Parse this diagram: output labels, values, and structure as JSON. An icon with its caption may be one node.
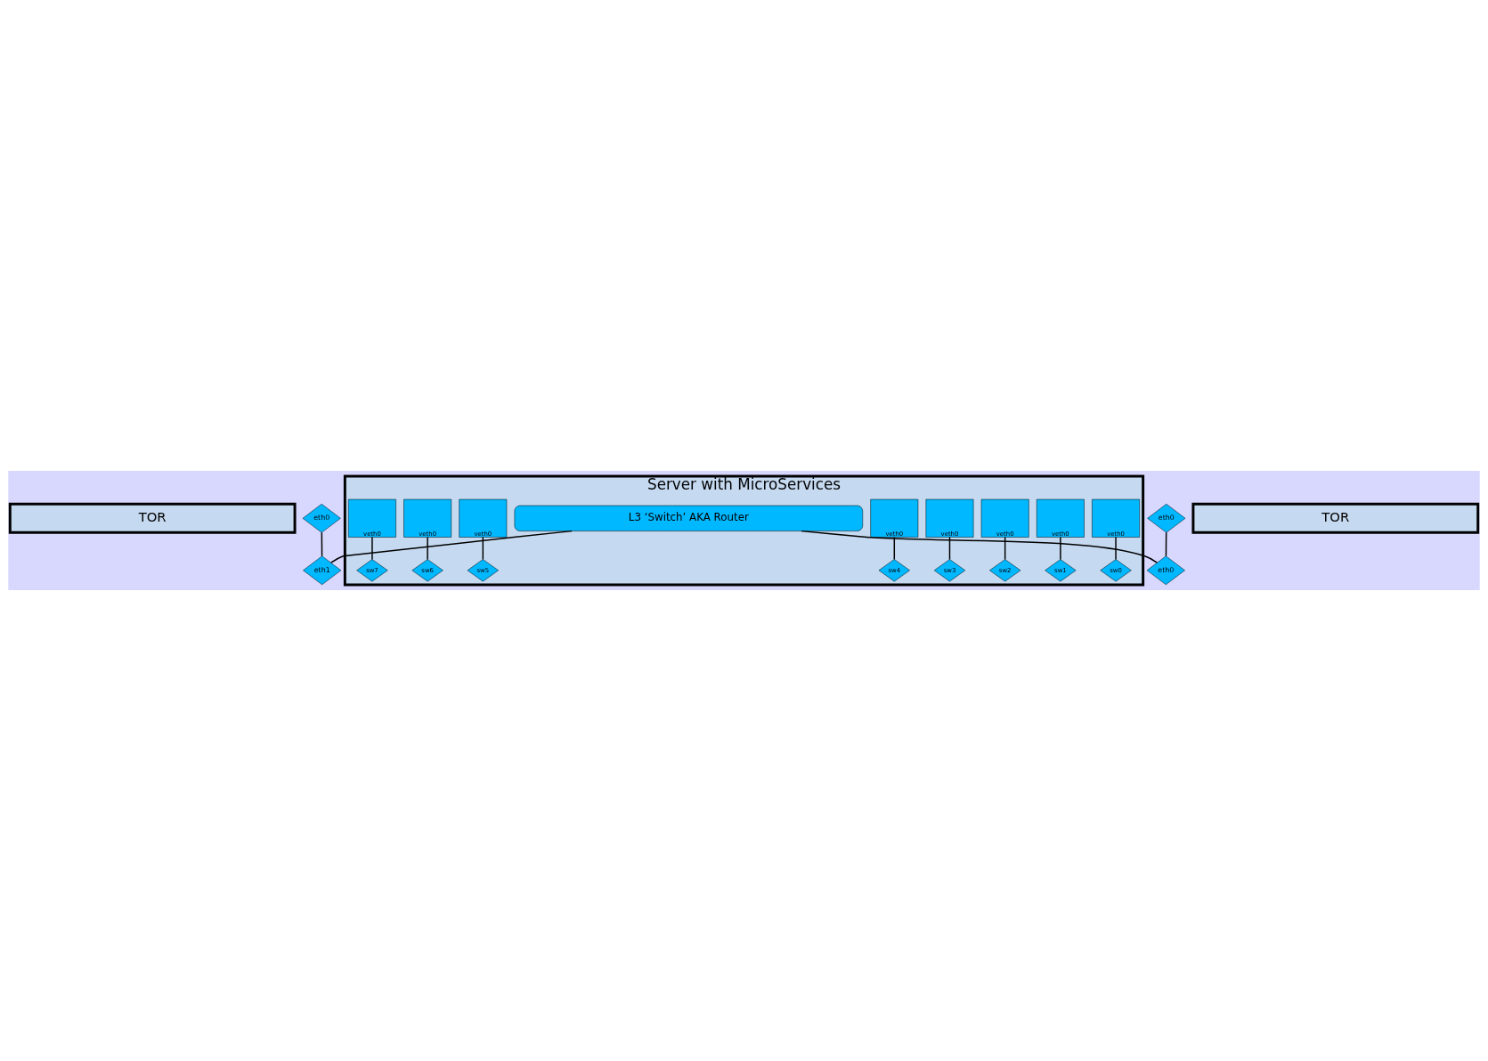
{
  "diagram": {
    "nodes": [
      {
        "text": [
          "TOR"
        ]
      },
      {
        "text": [
          "eth0"
        ]
      },
      {
        "text": [
          "TOR"
        ]
      },
      {
        "text": [
          "eth0"
        ]
      },
      {
        "text": [
          "Server with MicroServices"
        ]
      },
      {
        "text": [
          "veth0"
        ],
        "in": 4
      },
      {
        "text": [
          "veth0"
        ],
        "in": 4
      },
      {
        "text": [
          "veth0"
        ],
        "in": 4
      },
      {
        "text": [
          "veth0"
        ],
        "in": 4
      },
      {
        "text": [
          "veth0"
        ],
        "in": 4
      },
      {
        "text": [
          "veth0"
        ],
        "in": 4
      },
      {
        "text": [
          "veth0"
        ],
        "in": 4
      },
      {
        "text": [
          "veth0"
        ],
        "in": 4
      },
      {
        "text": [
          "L3 ‘Switch’ AKA Router"
        ],
        "in": 4
      },
      {
        "text": [
          "sw0"
        ],
        "in": 4
      },
      {
        "text": [
          "sw1"
        ],
        "in": 4
      },
      {
        "text": [
          "sw2"
        ],
        "in": 4
      },
      {
        "text": [
          "sw3"
        ],
        "in": 4
      },
      {
        "text": [
          "sw4"
        ],
        "in": 4
      },
      {
        "text": [
          "sw5"
        ],
        "in": 4
      },
      {
        "text": [
          "sw6"
        ],
        "in": 4
      },
      {
        "text": [
          "sw7"
        ],
        "in": 4
      },
      {
        "text": [
          "eth0"
        ]
      },
      {
        "text": [
          "eth1"
        ]
      }
    ],
    "edges": [
      {
        "from": 5,
        "to": 14,
        "arrow": "none"
      },
      {
        "from": 6,
        "to": 15,
        "arrow": "none"
      },
      {
        "from": 7,
        "to": 16,
        "arrow": "none"
      },
      {
        "from": 8,
        "to": 17,
        "arrow": "none"
      },
      {
        "from": 9,
        "to": 18,
        "arrow": "none"
      },
      {
        "from": 10,
        "to": 19,
        "arrow": "none"
      },
      {
        "from": 11,
        "to": 20,
        "arrow": "none"
      },
      {
        "from": 12,
        "to": 21,
        "arrow": "none"
      },
      {
        "from": 13,
        "to": 22,
        "arrow": "none"
      },
      {
        "from": 13,
        "to": 23,
        "arrow": "none"
      },
      {
        "from": 3,
        "to": 22,
        "arrow": "none"
      },
      {
        "from": 1,
        "to": 23,
        "arrow": "none"
      }
    ]
  }
}
